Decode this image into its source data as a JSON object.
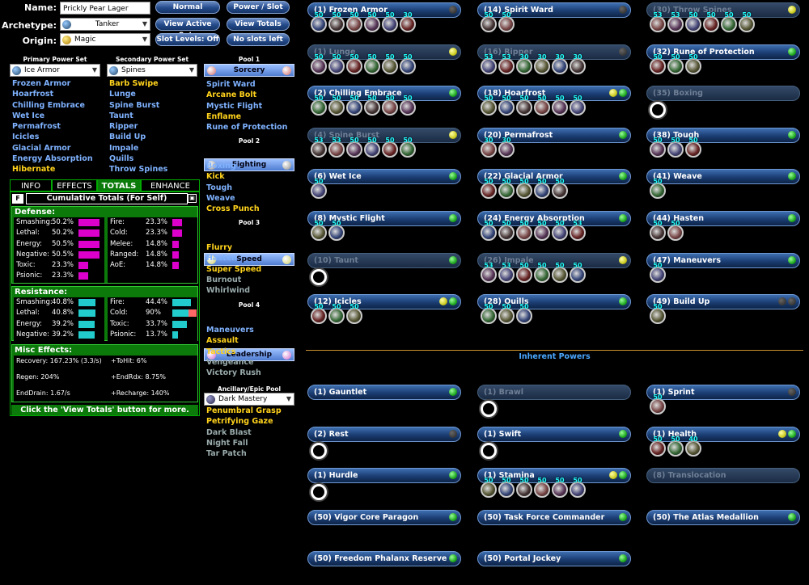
{
  "header": {
    "name_label": "Name:",
    "name_value": "Prickly Pear Lager",
    "archetype_label": "Archetype:",
    "archetype_value": "Tanker",
    "origin_label": "Origin:",
    "origin_value": "Magic",
    "buttons": {
      "normal": "Normal",
      "power_slot": "Power / Slot",
      "view_active_sets": "View Active Sets",
      "view_totals": "View Totals",
      "slot_levels": "Slot Levels: Off",
      "no_slots": "No slots left"
    }
  },
  "primary": {
    "header": "Primary Power Set",
    "selected": "Ice Armor",
    "items": [
      {
        "label": "Frozen Armor",
        "c": "b"
      },
      {
        "label": "Hoarfrost",
        "c": "b"
      },
      {
        "label": "Chilling Embrace",
        "c": "b"
      },
      {
        "label": "Wet Ice",
        "c": "b"
      },
      {
        "label": "Permafrost",
        "c": "b"
      },
      {
        "label": "Icicles",
        "c": "b"
      },
      {
        "label": "Glacial Armor",
        "c": "b"
      },
      {
        "label": "Energy Absorption",
        "c": "b"
      },
      {
        "label": "Hibernate",
        "c": "y"
      }
    ]
  },
  "secondary": {
    "header": "Secondary Power Set",
    "selected": "Spines",
    "items": [
      {
        "label": "Barb Swipe",
        "c": "y"
      },
      {
        "label": "Lunge",
        "c": "b"
      },
      {
        "label": "Spine Burst",
        "c": "b"
      },
      {
        "label": "Taunt",
        "c": "b"
      },
      {
        "label": "Ripper",
        "c": "b"
      },
      {
        "label": "Build Up",
        "c": "b"
      },
      {
        "label": "Impale",
        "c": "b"
      },
      {
        "label": "Quills",
        "c": "b"
      },
      {
        "label": "Throw Spines",
        "c": "b"
      }
    ]
  },
  "pools": [
    {
      "header": "Pool 1",
      "name": "Sorcery",
      "items": [
        {
          "label": "Spirit Ward",
          "c": "b"
        },
        {
          "label": "Arcane Bolt",
          "c": "y"
        },
        {
          "label": "Mystic Flight",
          "c": "b"
        },
        {
          "label": "Enflame",
          "c": "y"
        },
        {
          "label": "Rune of Protection",
          "c": "b"
        }
      ]
    },
    {
      "header": "Pool 2",
      "name": "Fighting",
      "items": [
        {
          "label": "Boxing",
          "c": "b"
        },
        {
          "label": "Kick",
          "c": "y"
        },
        {
          "label": "Tough",
          "c": "b"
        },
        {
          "label": "Weave",
          "c": "b"
        },
        {
          "label": "Cross Punch",
          "c": "y"
        }
      ]
    },
    {
      "header": "Pool 3",
      "name": "Speed",
      "items": [
        {
          "label": "Flurry",
          "c": "y"
        },
        {
          "label": "Hasten",
          "c": "b"
        },
        {
          "label": "Super Speed",
          "c": "y"
        },
        {
          "label": "Burnout",
          "c": "g"
        },
        {
          "label": "Whirlwind",
          "c": "g"
        }
      ]
    },
    {
      "header": "Pool 4",
      "name": "Leadership",
      "items": [
        {
          "label": "Maneuvers",
          "c": "b"
        },
        {
          "label": "Assault",
          "c": "y"
        },
        {
          "label": "Tactics",
          "c": "y"
        },
        {
          "label": "Vengeance",
          "c": "g"
        },
        {
          "label": "Victory Rush",
          "c": "g"
        }
      ]
    }
  ],
  "epic": {
    "header": "Ancillary/Epic Pool",
    "selected": "Dark Mastery",
    "items": [
      {
        "label": "Penumbral Grasp",
        "c": "y"
      },
      {
        "label": "Petrifying Gaze",
        "c": "y"
      },
      {
        "label": "Dark Blast",
        "c": "g"
      },
      {
        "label": "Night Fall",
        "c": "g"
      },
      {
        "label": "Tar Patch",
        "c": "g"
      }
    ]
  },
  "totals": {
    "tabs": [
      "INFO",
      "EFFECTS",
      "TOTALS",
      "ENHANCE"
    ],
    "active_tab": "TOTALS",
    "f_button": "F",
    "title": "Cumulative Totals (For Self)",
    "defense_title": "Defense:",
    "defense_left": [
      {
        "label": "Smashing:",
        "value": "50.2%",
        "pct": 0.502
      },
      {
        "label": "Lethal:",
        "value": "50.2%",
        "pct": 0.502
      },
      {
        "label": "Energy:",
        "value": "50.5%",
        "pct": 0.505
      },
      {
        "label": "Negative:",
        "value": "50.5%",
        "pct": 0.505
      },
      {
        "label": "Toxic:",
        "value": "23.3%",
        "pct": 0.233
      },
      {
        "label": "Psionic:",
        "value": "23.3%",
        "pct": 0.233
      }
    ],
    "defense_right": [
      {
        "label": "Fire:",
        "value": "23.3%",
        "pct": 0.233
      },
      {
        "label": "Cold:",
        "value": "23.3%",
        "pct": 0.233
      },
      {
        "label": "Melee:",
        "value": "14.8%",
        "pct": 0.148
      },
      {
        "label": "Ranged:",
        "value": "14.8%",
        "pct": 0.148
      },
      {
        "label": "AoE:",
        "value": "14.8%",
        "pct": 0.148
      }
    ],
    "resistance_title": "Resistance:",
    "resistance_left": [
      {
        "label": "Smashing:",
        "value": "40.8%",
        "pct": 0.408
      },
      {
        "label": "Lethal:",
        "value": "40.8%",
        "pct": 0.408
      },
      {
        "label": "Energy:",
        "value": "39.2%",
        "pct": 0.392
      },
      {
        "label": "Negative:",
        "value": "39.2%",
        "pct": 0.392
      }
    ],
    "resistance_right": [
      {
        "label": "Fire:",
        "value": "44.4%",
        "pct": 0.444
      },
      {
        "label": "Cold:",
        "value": "90%",
        "pct": 0.9
      },
      {
        "label": "Toxic:",
        "value": "33.7%",
        "pct": 0.337
      },
      {
        "label": "Psionic:",
        "value": "13.7%",
        "pct": 0.137
      }
    ],
    "misc_title": "Misc Effects:",
    "misc": {
      "recovery": "Recovery: 167.23% (3.3/s)",
      "tohit": "+ToHit: 6%",
      "regen": "Regen: 204%",
      "endrdx": "+EndRdx: 8.75%",
      "endrain": "EndDrain: 1.67/s",
      "recharge": "+Recharge: 140%"
    },
    "footer": "Click the 'View Totals' button for more."
  },
  "slots": [
    {
      "label": "(1) Frozen Armor",
      "col": 0,
      "row": 0,
      "dots": [
        "bk"
      ],
      "enh": [
        50,
        50,
        50,
        50,
        50,
        30
      ],
      "dis": false
    },
    {
      "label": "(14) Spirit Ward",
      "col": 1,
      "row": 0,
      "dots": [
        "bk"
      ],
      "enh": [
        50,
        50
      ],
      "dis": false
    },
    {
      "label": "(30) Throw Spines",
      "col": 2,
      "row": 0,
      "dots": [
        "yl"
      ],
      "enh": [
        53,
        53,
        50,
        50,
        50,
        50
      ],
      "dis": true
    },
    {
      "label": "(1) Lunge",
      "col": 0,
      "row": 1,
      "dots": [
        "yl"
      ],
      "enh": [
        50,
        50,
        50,
        50,
        50,
        50
      ],
      "dis": true
    },
    {
      "label": "(16) Ripper",
      "col": 1,
      "row": 1,
      "dots": [
        "bk"
      ],
      "enh": [
        53,
        53,
        30,
        30,
        30,
        30
      ],
      "dis": true
    },
    {
      "label": "(32) Rune of Protection",
      "col": 2,
      "row": 1,
      "dots": [
        "gr"
      ],
      "enh": [
        50,
        50,
        50
      ],
      "dis": false
    },
    {
      "label": "(2) Chilling Embrace",
      "col": 0,
      "row": 2,
      "dots": [
        "gr"
      ],
      "enh": [
        50,
        50,
        50,
        50,
        50,
        50
      ],
      "dis": false
    },
    {
      "label": "(18) Hoarfrost",
      "col": 1,
      "row": 2,
      "dots": [
        "yl",
        "gr"
      ],
      "enh": [
        50,
        50,
        50,
        50,
        50,
        50
      ],
      "dis": false
    },
    {
      "label": "(35) Boxing",
      "col": 2,
      "row": 2,
      "dots": [],
      "enh": [],
      "dis": true,
      "empty": true
    },
    {
      "label": "(4) Spine Burst",
      "col": 0,
      "row": 3,
      "dots": [
        "yl"
      ],
      "enh": [
        53,
        53,
        50,
        50,
        50,
        50
      ],
      "dis": true
    },
    {
      "label": "(20) Permafrost",
      "col": 1,
      "row": 3,
      "dots": [
        "gr"
      ],
      "enh": [
        30,
        30
      ],
      "dis": false
    },
    {
      "label": "(38) Tough",
      "col": 2,
      "row": 3,
      "dots": [
        "gr"
      ],
      "enh": [
        50,
        50,
        50
      ],
      "dis": false
    },
    {
      "label": "(6) Wet Ice",
      "col": 0,
      "row": 4,
      "dots": [
        "gr"
      ],
      "enh": [
        50
      ],
      "dis": false
    },
    {
      "label": "(22) Glacial Armor",
      "col": 1,
      "row": 4,
      "dots": [
        "gr"
      ],
      "enh": [
        50,
        50,
        50,
        50,
        50
      ],
      "dis": false
    },
    {
      "label": "(41) Weave",
      "col": 2,
      "row": 4,
      "dots": [
        "gr"
      ],
      "enh": [
        50
      ],
      "dis": false
    },
    {
      "label": "(8) Mystic Flight",
      "col": 0,
      "row": 5,
      "dots": [
        "gr"
      ],
      "enh": [
        50,
        50
      ],
      "dis": false
    },
    {
      "label": "(24) Energy Absorption",
      "col": 1,
      "row": 5,
      "dots": [
        "gr"
      ],
      "enh": [
        50,
        50,
        50,
        50,
        50,
        53
      ],
      "dis": false
    },
    {
      "label": "(44) Hasten",
      "col": 2,
      "row": 5,
      "dots": [
        "gr"
      ],
      "enh": [
        50,
        50
      ],
      "dis": false
    },
    {
      "label": "(10) Taunt",
      "col": 0,
      "row": 6,
      "dots": [
        "gr"
      ],
      "enh": [],
      "dis": true,
      "empty": true
    },
    {
      "label": "(26) Impale",
      "col": 1,
      "row": 6,
      "dots": [
        "yl"
      ],
      "enh": [
        53,
        53,
        50,
        50,
        50,
        50
      ],
      "dis": true
    },
    {
      "label": "(47) Maneuvers",
      "col": 2,
      "row": 6,
      "dots": [
        "gr"
      ],
      "enh": [
        50
      ],
      "dis": false
    },
    {
      "label": "(12) Icicles",
      "col": 0,
      "row": 7,
      "dots": [
        "yl",
        "gr"
      ],
      "enh": [
        50,
        50,
        50
      ],
      "dis": false
    },
    {
      "label": "(28) Quills",
      "col": 1,
      "row": 7,
      "dots": [
        "gr"
      ],
      "enh": [
        50,
        50,
        50
      ],
      "dis": false
    },
    {
      "label": "(49) Build Up",
      "col": 2,
      "row": 7,
      "dots": [
        "bk",
        "bk"
      ],
      "enh": [
        50
      ],
      "dis": false
    }
  ],
  "inherent_title": "Inherent Powers",
  "inherent": [
    {
      "label": "(1) Gauntlet",
      "col": 0,
      "row": 0,
      "dots": [
        "gr"
      ],
      "enh": [],
      "dis": false,
      "noslot": true
    },
    {
      "label": "(1) Brawl",
      "col": 1,
      "row": 0,
      "dots": [],
      "enh": [],
      "dis": true,
      "empty": true
    },
    {
      "label": "(1) Sprint",
      "col": 2,
      "row": 0,
      "dots": [
        "bk"
      ],
      "enh": [
        50
      ],
      "dis": false
    },
    {
      "label": "(2) Rest",
      "col": 0,
      "row": 1,
      "dots": [
        "bk"
      ],
      "enh": [],
      "dis": false,
      "empty": true
    },
    {
      "label": "(1) Swift",
      "col": 1,
      "row": 1,
      "dots": [
        "gr"
      ],
      "enh": [],
      "dis": false,
      "empty": true
    },
    {
      "label": "(1) Health",
      "col": 2,
      "row": 1,
      "dots": [
        "yl",
        "gr"
      ],
      "enh": [
        50,
        50,
        40
      ],
      "dis": false
    },
    {
      "label": "(1) Hurdle",
      "col": 0,
      "row": 2,
      "dots": [
        "gr"
      ],
      "enh": [],
      "dis": false,
      "empty": true
    },
    {
      "label": "(1) Stamina",
      "col": 1,
      "row": 2,
      "dots": [
        "yl",
        "gr"
      ],
      "enh": [
        50,
        50,
        50,
        50,
        50,
        50
      ],
      "dis": false
    },
    {
      "label": "(8) Translocation",
      "col": 2,
      "row": 2,
      "dots": [],
      "enh": [],
      "dis": true,
      "noslot": true
    },
    {
      "label": "(50) Vigor Core Paragon",
      "col": 0,
      "row": 3,
      "dots": [
        "gr"
      ],
      "enh": [],
      "dis": false,
      "noslot": true
    },
    {
      "label": "(50) Task Force Commander",
      "col": 1,
      "row": 3,
      "dots": [
        "gr"
      ],
      "enh": [],
      "dis": false,
      "noslot": true
    },
    {
      "label": "(50) The Atlas Medallion",
      "col": 2,
      "row": 3,
      "dots": [
        "gr"
      ],
      "enh": [],
      "dis": false,
      "noslot": true
    },
    {
      "label": "(50) Freedom Phalanx Reserve",
      "col": 0,
      "row": 4,
      "dots": [
        "gr"
      ],
      "enh": [],
      "dis": false,
      "noslot": true
    },
    {
      "label": "(50) Portal Jockey",
      "col": 1,
      "row": 4,
      "dots": [
        "gr"
      ],
      "enh": [],
      "dis": false,
      "noslot": true
    }
  ]
}
